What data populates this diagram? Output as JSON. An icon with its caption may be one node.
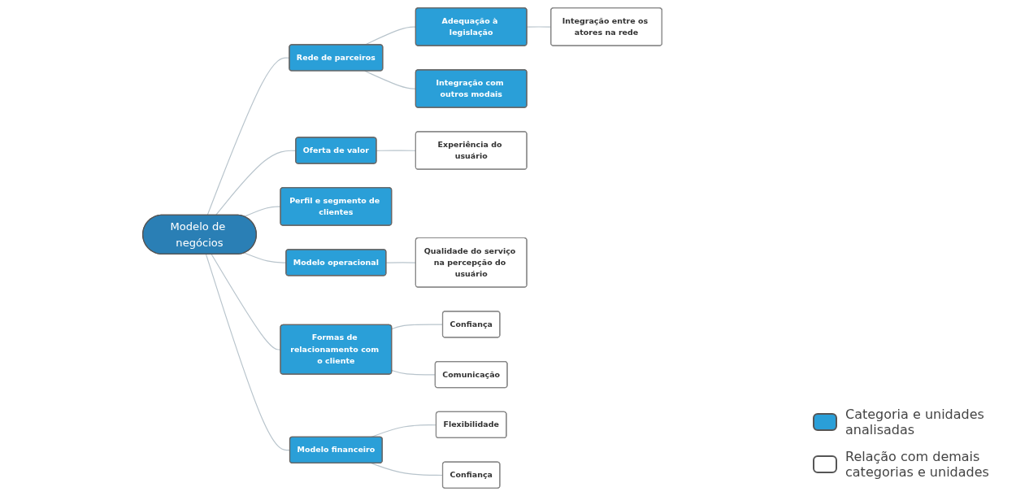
{
  "diagram": {
    "nodes": [
      {
        "text": [
          "Modelo de negócios"
        ]
      },
      {
        "text": [
          "Rede de parceiros"
        ]
      },
      {
        "text": [
          "Adequação à legislação"
        ]
      },
      {
        "text": [
          "Integração entre os atores na rede"
        ]
      },
      {
        "text": [
          "Integração com outros modais"
        ]
      },
      {
        "text": [
          "Oferta de valor"
        ]
      },
      {
        "text": [
          "Experiência do usuário"
        ]
      },
      {
        "text": [
          "Perfil e segmento de clientes"
        ]
      },
      {
        "text": [
          "Modelo operacional"
        ]
      },
      {
        "text": [
          "Qualidade do serviço na percepção do usuário"
        ]
      },
      {
        "text": [
          "Confiança"
        ]
      },
      {
        "text": [
          "Comunicação"
        ]
      },
      {
        "text": [
          "Formas de relacionamento com o cliente"
        ]
      },
      {
        "text": [
          "Modelo financeiro"
        ]
      },
      {
        "text": [
          "Flexibilidade"
        ]
      },
      {
        "text": [
          "Confiança"
        ]
      }
    ],
    "edges": [
      {
        "from": 0,
        "to": 1,
        "arrow": "none"
      },
      {
        "from": 1,
        "to": 2,
        "arrow": "none"
      },
      {
        "from": 2,
        "to": 3,
        "arrow": "none"
      },
      {
        "from": 1,
        "to": 4,
        "arrow": "none"
      },
      {
        "from": 0,
        "to": 5,
        "arrow": "none"
      },
      {
        "from": 5,
        "to": 6,
        "arrow": "none"
      },
      {
        "from": 0,
        "to": 7,
        "arrow": "none"
      },
      {
        "from": 0,
        "to": 8,
        "arrow": "none"
      },
      {
        "from": 8,
        "to": 9,
        "arrow": "none"
      },
      {
        "from": 0,
        "to": 12,
        "arrow": "none"
      },
      {
        "from": 12,
        "to": 10,
        "arrow": "none"
      },
      {
        "from": 12,
        "to": 11,
        "arrow": "none"
      },
      {
        "from": 0,
        "to": 13,
        "arrow": "none"
      },
      {
        "from": 13,
        "to": 14,
        "arrow": "none"
      },
      {
        "from": 13,
        "to": 15,
        "arrow": "none"
      }
    ],
    "legend": [
      {
        "text": "Categoria e unidades analisadas",
        "color": "#2a9fd8"
      },
      {
        "text": "Relação com demais categorias e unidades",
        "color": "#ffffff"
      }
    ]
  }
}
